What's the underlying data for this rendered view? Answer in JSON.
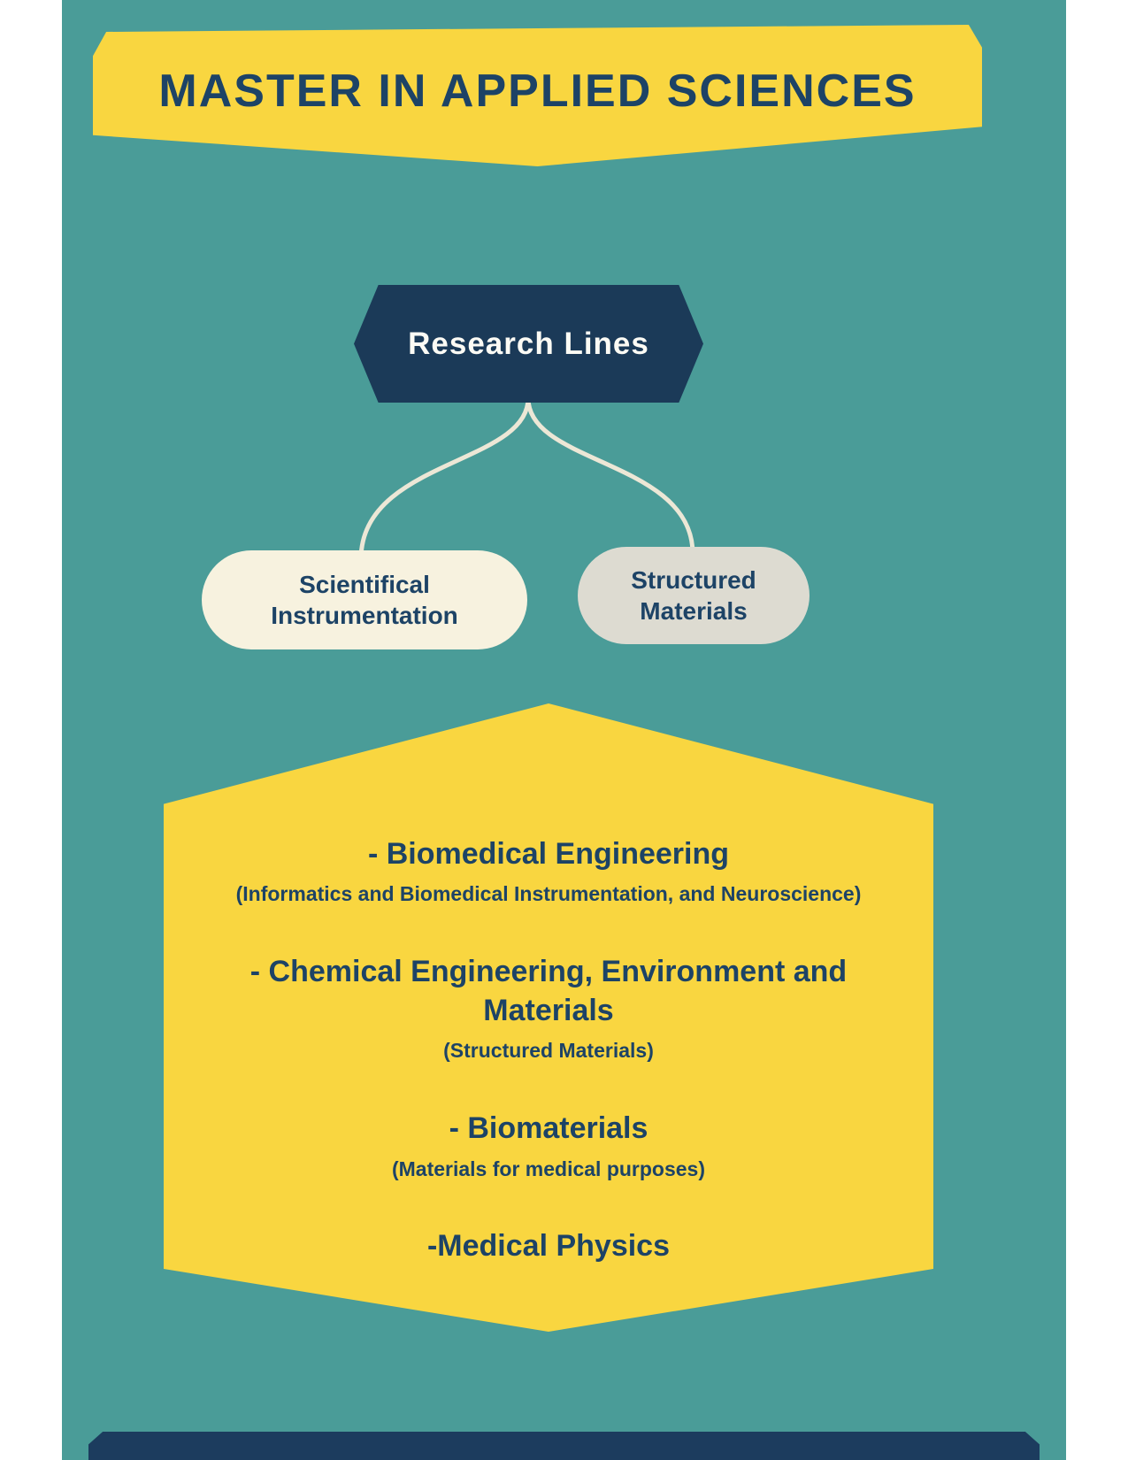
{
  "poster": {
    "title": "MASTER IN APPLIED SCIENCES",
    "root_node": "Research Lines",
    "branches": [
      {
        "label": "Scientifical Instrumentation"
      },
      {
        "label": "Structured Materials"
      }
    ],
    "programs": [
      {
        "name": "- Biomedical Engineering",
        "detail": "(Informatics and Biomedical Instrumentation, and Neuroscience)"
      },
      {
        "name": "- Chemical Engineering, Environment and Materials",
        "detail": "(Structured Materials)"
      },
      {
        "name": "- Biomaterials",
        "detail": "(Materials for medical purposes)"
      },
      {
        "name": "-Medical Physics",
        "detail": ""
      }
    ],
    "colors": {
      "background_teal": "#4A9C98",
      "accent_yellow": "#F9D640",
      "navy_dark": "#1B3A58",
      "navy_text": "#1D4366",
      "cream": "#F7F2DF",
      "light_gray": "#DDDBD1",
      "connector": "#ECE7D6"
    }
  }
}
